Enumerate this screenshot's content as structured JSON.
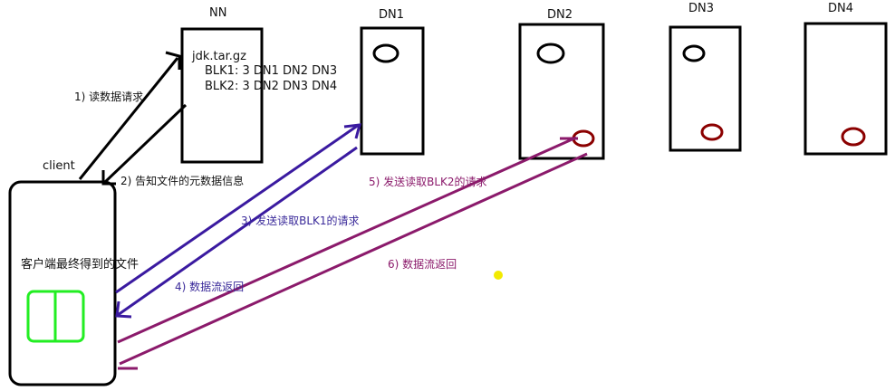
{
  "nodes": {
    "nn": "NN",
    "dn1": "DN1",
    "dn2": "DN2",
    "dn3": "DN3",
    "dn4": "DN4",
    "client": "client"
  },
  "nn_box": {
    "file": "jdk.tar.gz",
    "blk1": "BLK1: 3  DN1 DN2  DN3",
    "blk2": "BLK2: 3  DN2  DN3  DN4"
  },
  "steps": {
    "s1": "1) 读数据请求",
    "s2": "2) 告知文件的元数据信息",
    "s3": "3) 发送读取BLK1的请求",
    "s4": "4) 数据流返回",
    "s5": "5) 发送读取BLK2的请求",
    "s6": "6) 数据流返回"
  },
  "client_box": {
    "text": "客户端最终得到的文件"
  },
  "colors": {
    "black": "#000000",
    "blue": "#3a1aa0",
    "purple": "#8b1a6b",
    "darkred": "#8b0000",
    "green": "#22ee22",
    "yellow": "#f2ea00"
  }
}
